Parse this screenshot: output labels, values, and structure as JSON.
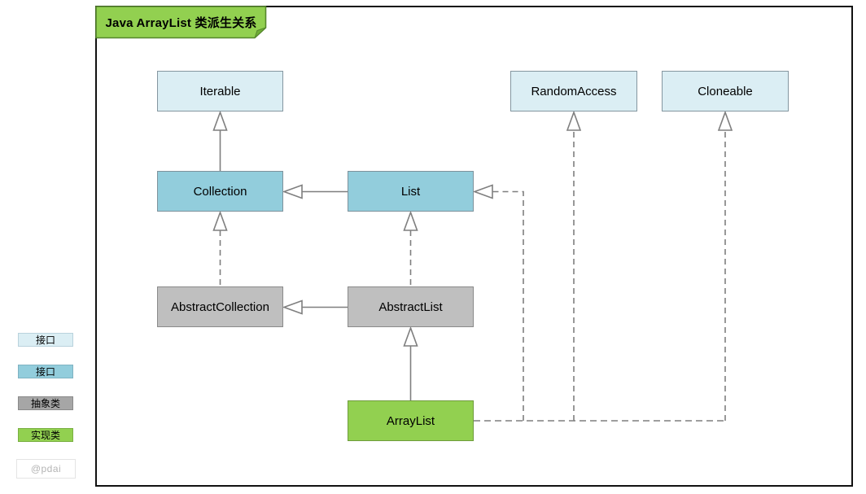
{
  "title": {
    "text": "Java ArrayList 类派生关系"
  },
  "diagram": {
    "nodes": [
      {
        "id": "iterable",
        "label": "Iterable",
        "kind": "interface"
      },
      {
        "id": "random-access",
        "label": "RandomAccess",
        "kind": "interface"
      },
      {
        "id": "cloneable",
        "label": "Cloneable",
        "kind": "interface"
      },
      {
        "id": "collection",
        "label": "Collection",
        "kind": "core-interface"
      },
      {
        "id": "list",
        "label": "List",
        "kind": "core-interface"
      },
      {
        "id": "abstract-collection",
        "label": "AbstractCollection",
        "kind": "abstract-class"
      },
      {
        "id": "abstract-list",
        "label": "AbstractList",
        "kind": "abstract-class"
      },
      {
        "id": "array-list",
        "label": "ArrayList",
        "kind": "concrete-class"
      }
    ],
    "edges": [
      {
        "from": "Collection",
        "to": "Iterable",
        "relation": "extends",
        "style": "solid"
      },
      {
        "from": "List",
        "to": "Collection",
        "relation": "extends",
        "style": "solid"
      },
      {
        "from": "AbstractCollection",
        "to": "Collection",
        "relation": "implements",
        "style": "dashed"
      },
      {
        "from": "AbstractList",
        "to": "AbstractCollection",
        "relation": "extends",
        "style": "solid"
      },
      {
        "from": "AbstractList",
        "to": "List",
        "relation": "implements",
        "style": "dashed"
      },
      {
        "from": "ArrayList",
        "to": "AbstractList",
        "relation": "extends",
        "style": "solid"
      },
      {
        "from": "ArrayList",
        "to": "List",
        "relation": "implements",
        "style": "dashed"
      },
      {
        "from": "ArrayList",
        "to": "RandomAccess",
        "relation": "implements",
        "style": "dashed"
      },
      {
        "from": "ArrayList",
        "to": "Cloneable",
        "relation": "implements",
        "style": "dashed"
      }
    ]
  },
  "legend": {
    "items": [
      {
        "label": "接口",
        "color": "#dbeef4"
      },
      {
        "label": "接口",
        "color": "#92cddc"
      },
      {
        "label": "抽象类",
        "color": "#a6a6a6"
      },
      {
        "label": "实现类",
        "color": "#92d050"
      }
    ],
    "watermark": "@pdai"
  },
  "colors": {
    "interface_light": "#dbeef4",
    "interface_core": "#92cddc",
    "abstract_class": "#bfbfbf",
    "concrete_class": "#92d050",
    "title_fill": "#92d050",
    "connector": "#7f7f7f",
    "frame": "#111111"
  }
}
